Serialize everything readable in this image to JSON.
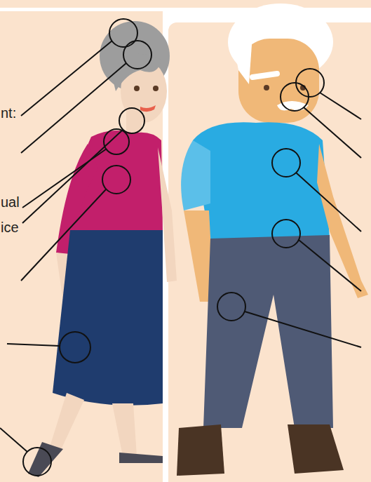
{
  "diagram": {
    "labels": [
      "nt:",
      "ual",
      "ice"
    ]
  }
}
